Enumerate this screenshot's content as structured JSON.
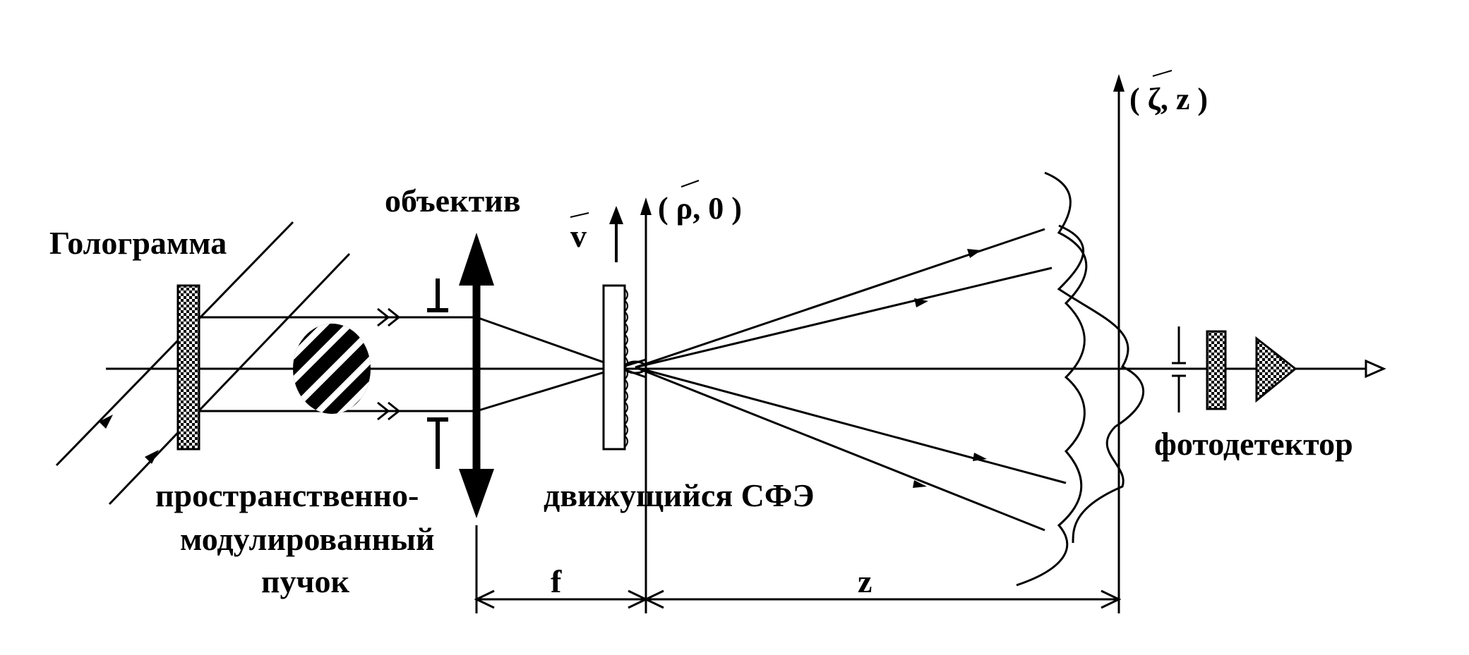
{
  "labels": {
    "hologram": "Голограмма",
    "lens": "объектив",
    "beam_line1": "пространственно-",
    "beam_line2": "модулированный",
    "beam_line3": "пучок",
    "moving_element": "движущийся СФЭ",
    "photodetector": "фотодетектор",
    "velocity": "v",
    "plane1_axis": "( ρ, 0 )",
    "plane2_axis": "( ζ, z )",
    "distance_f": "f",
    "distance_z": "z"
  }
}
